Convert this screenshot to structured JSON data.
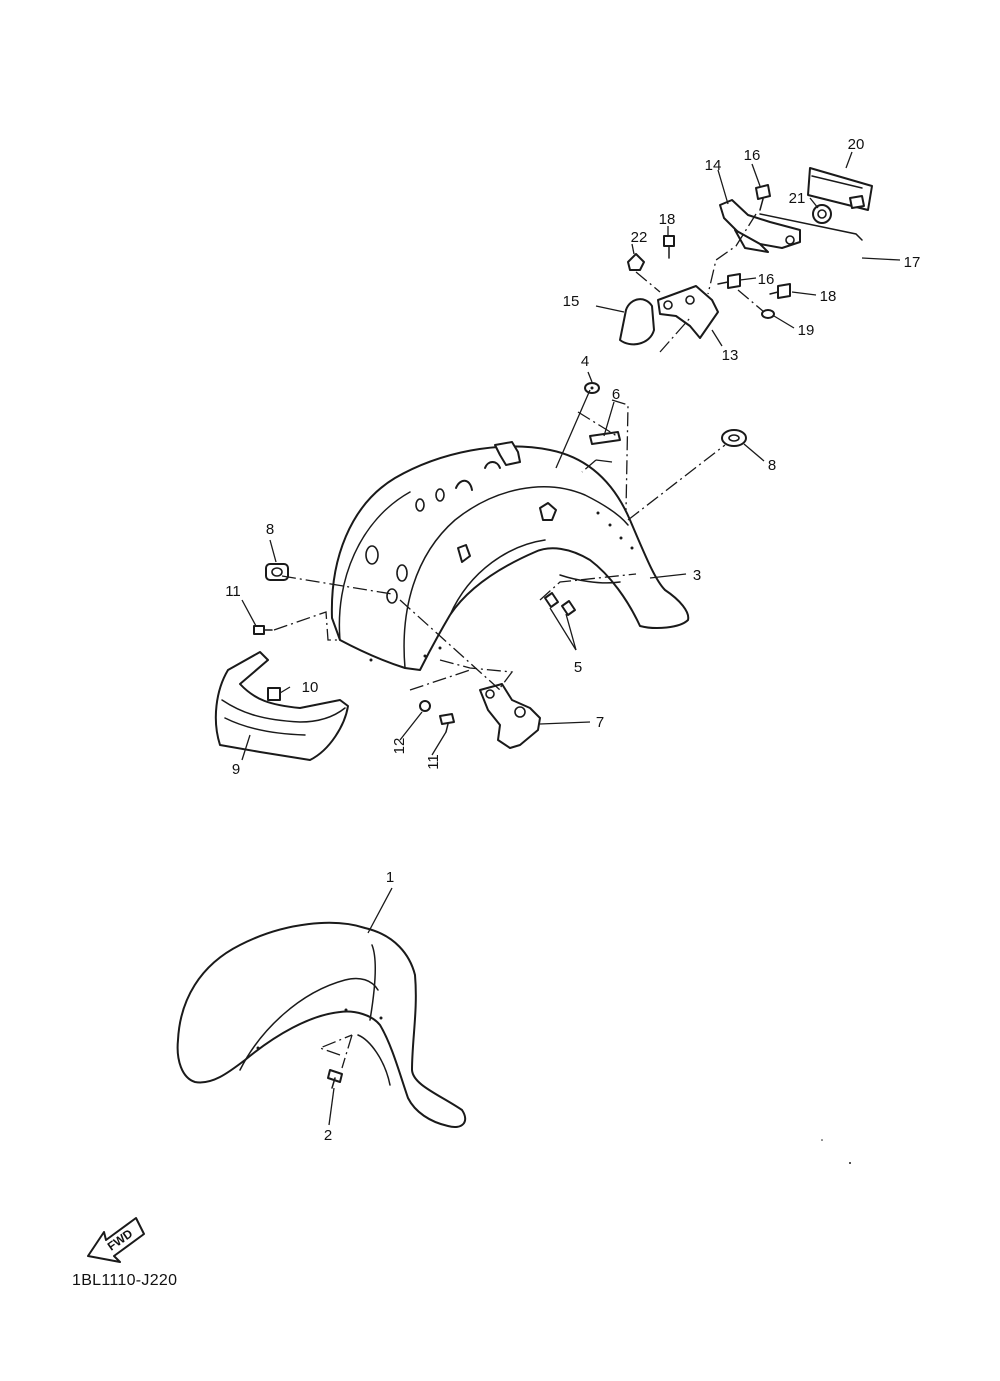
{
  "diagram": {
    "reference_code": "1BL1110-J220",
    "direction_badge": "FWD",
    "callouts": [
      "1",
      "2",
      "3",
      "4",
      "5",
      "6",
      "7",
      "8",
      "8",
      "9",
      "10",
      "11",
      "11",
      "12",
      "13",
      "14",
      "15",
      "16",
      "16",
      "17",
      "18",
      "18",
      "19",
      "20",
      "21",
      "22"
    ]
  }
}
